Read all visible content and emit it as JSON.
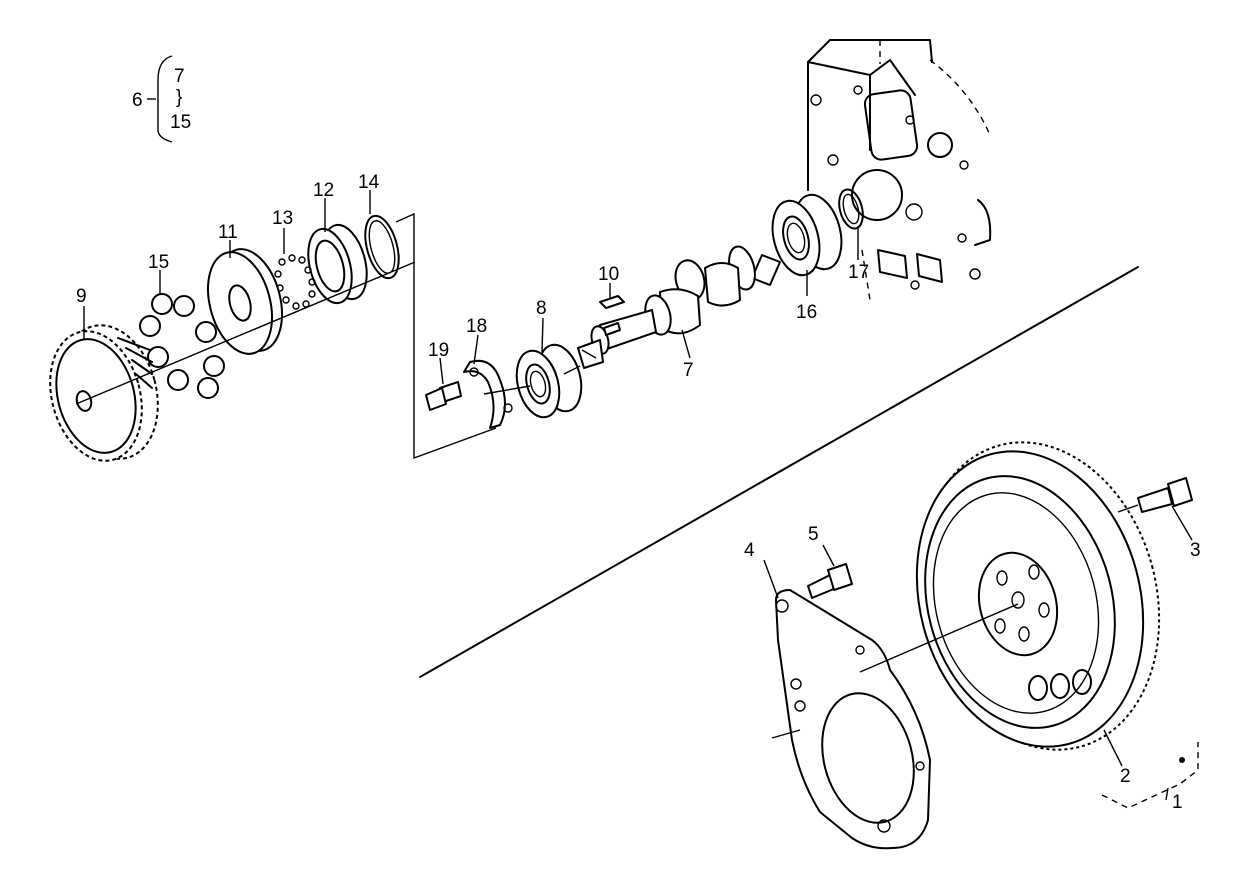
{
  "legend": {
    "group": "6",
    "from": "7",
    "sep": "}",
    "to": "15"
  },
  "callouts": {
    "c1": "1",
    "c2": "2",
    "c3": "3",
    "c4": "4",
    "c5": "5",
    "c7": "7",
    "c8": "8",
    "c9": "9",
    "c10": "10",
    "c11": "11",
    "c12": "12",
    "c13": "13",
    "c14": "14",
    "c15": "15",
    "c16": "16",
    "c17": "17",
    "c18": "18",
    "c19": "19"
  }
}
